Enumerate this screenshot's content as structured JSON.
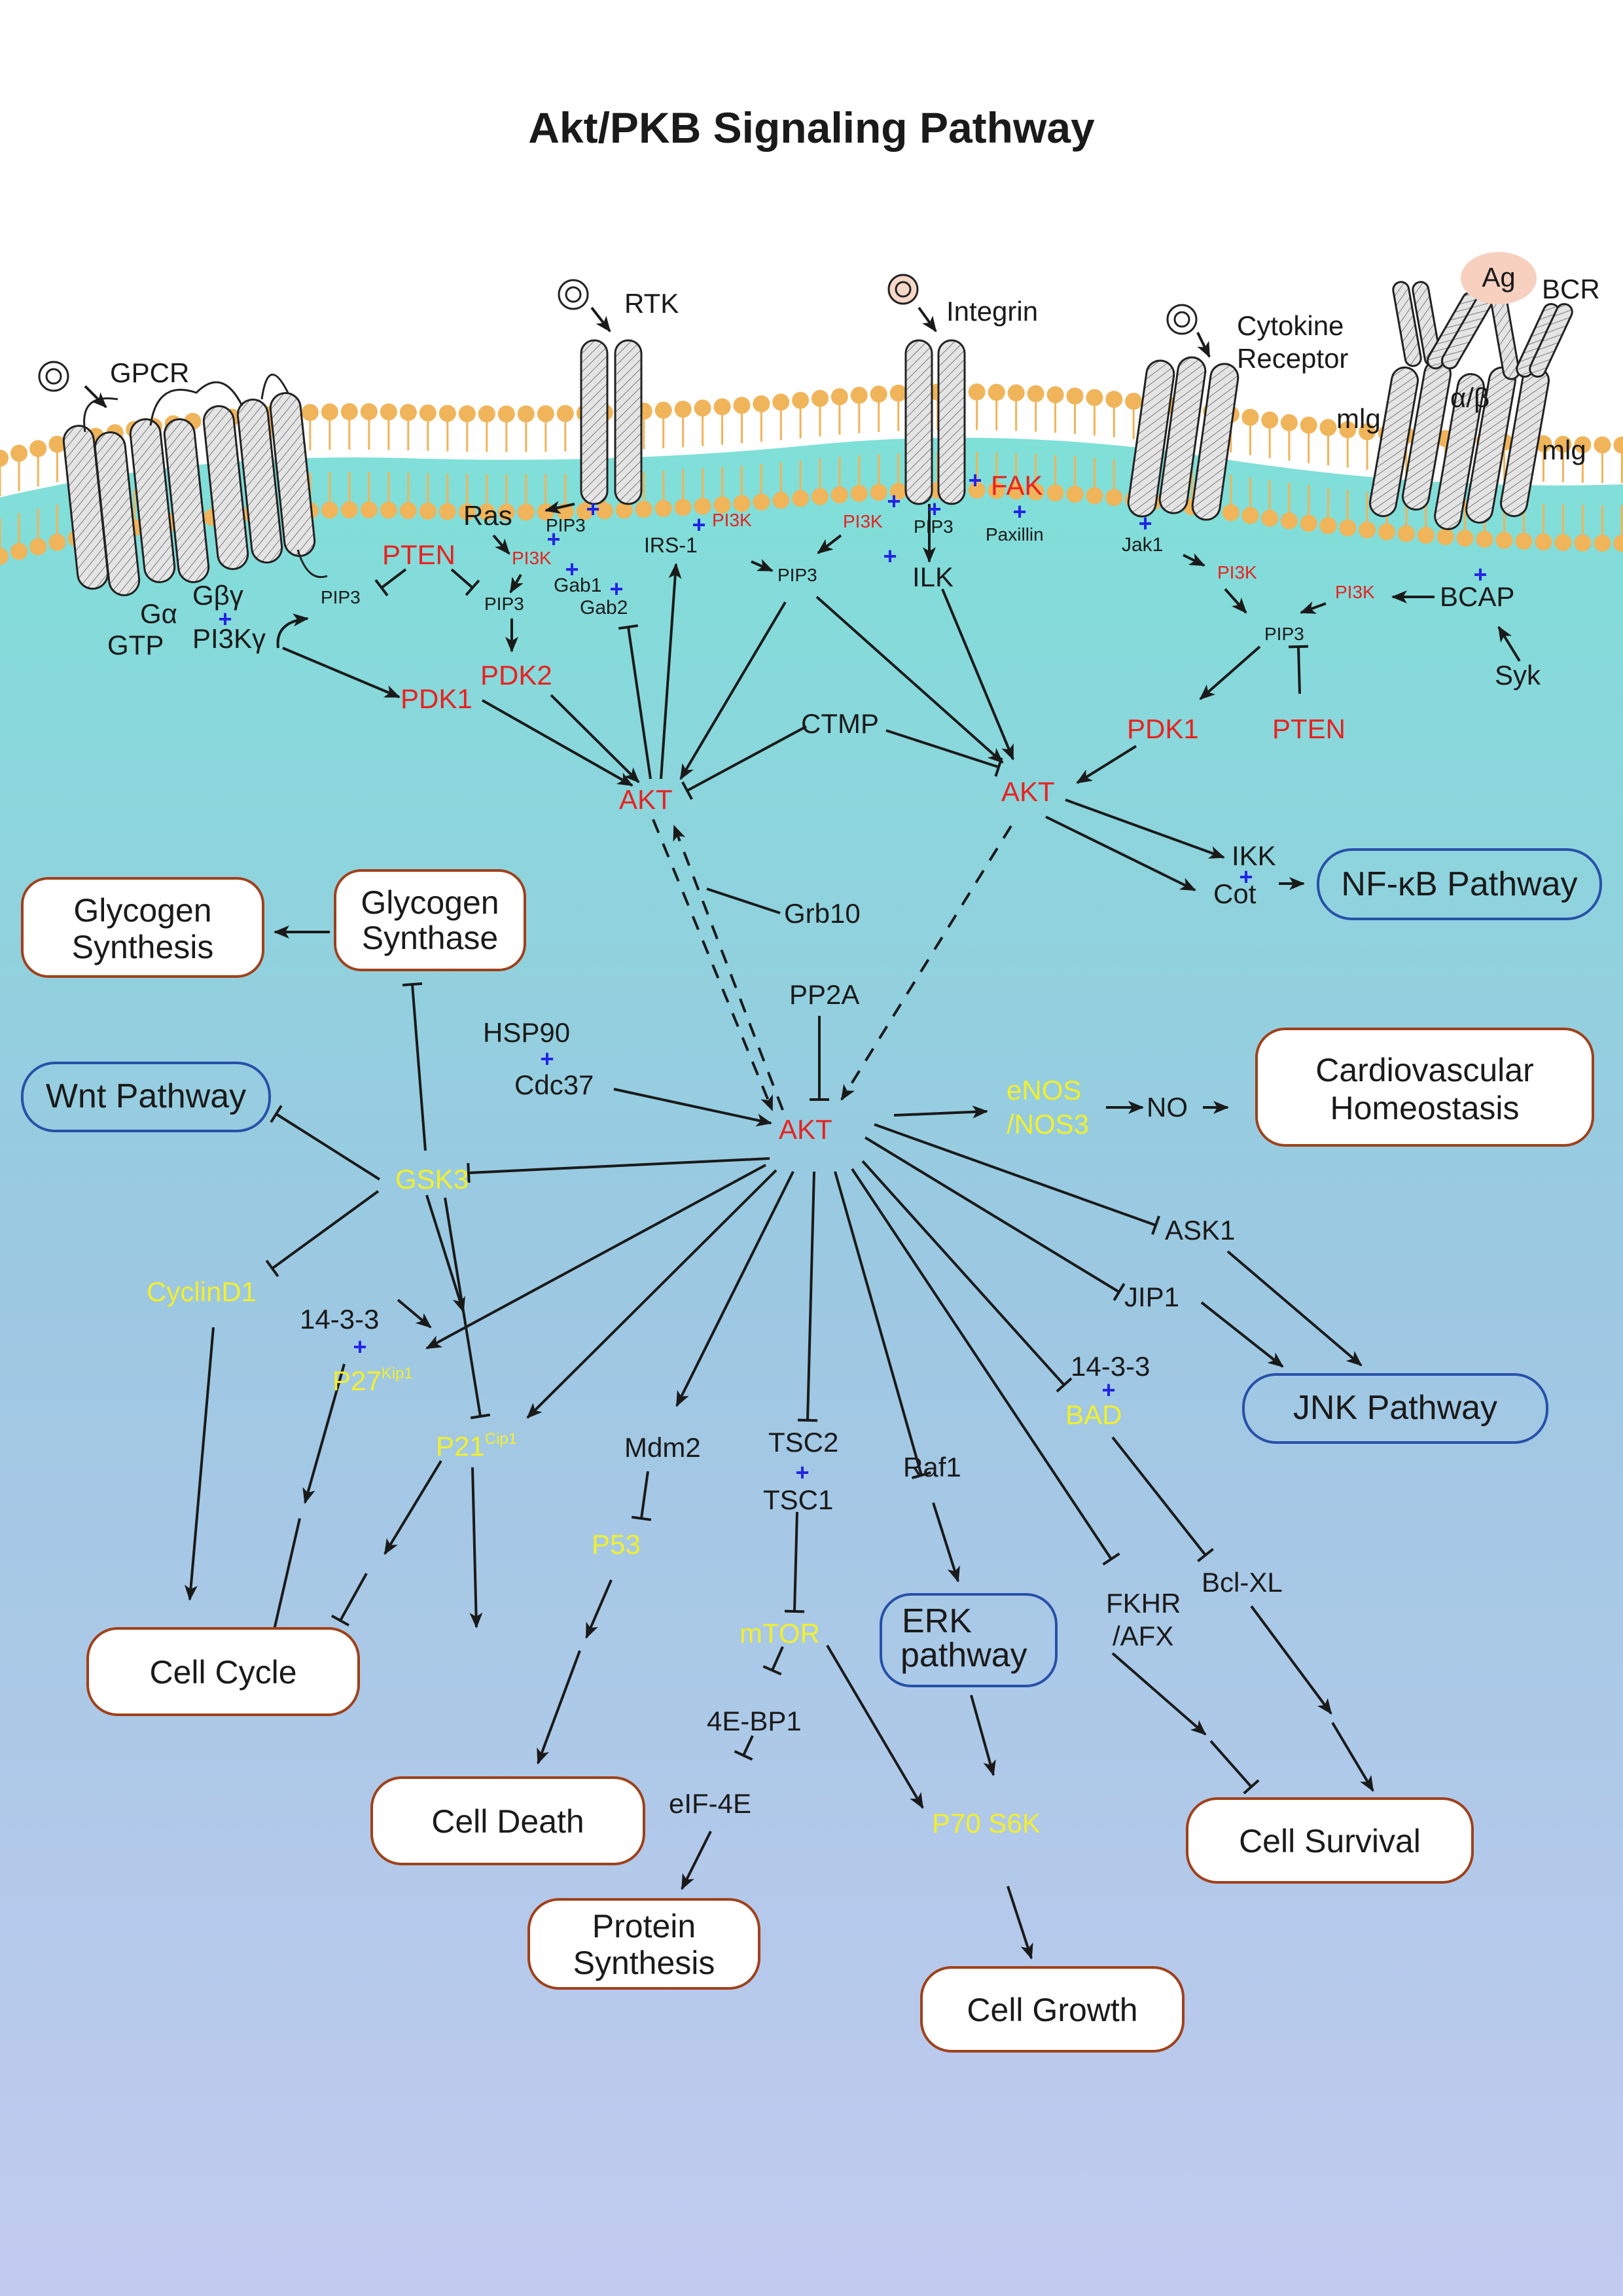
{
  "title": "Akt/PKB Signaling Pathway",
  "colors": {
    "black": "#1a1a1a",
    "red": "#e8221f",
    "yellow": "#f2ef2e",
    "blue_plus": "#2323e6",
    "outcome_border": "#a0401a",
    "pathway_border": "#2850a8",
    "lipid": "#f0b45a",
    "cytoplasm_top": "#7fe0d8",
    "cytoplasm_bottom": "#c2caf0",
    "receptor_fill": "#d8d8d8"
  },
  "receptors": {
    "gpcr": "GPCR",
    "rtk": "RTK",
    "integrin": "Integrin",
    "cytokine_1": "Cytokine",
    "cytokine_2": "Receptor",
    "bcr": "BCR",
    "ag": "Ag",
    "mlg_left": "mlg",
    "mlg_right": "mlg",
    "alpha_beta": "α/β"
  },
  "nodes": {
    "ras": "Ras",
    "pip3_rtk": "PIP3",
    "pi3k_rtk": "PI3K",
    "pten_top": "PTEN",
    "pip3_gpcr": "PIP3",
    "pip3_mid": "PIP3",
    "galpha": "Gα",
    "gtp": "GTP",
    "gbg": "Gβγ",
    "pi3kg": "PI3Kγ",
    "gab1": "Gab1",
    "gab2": "Gab2",
    "irs1": "IRS-1",
    "pi3k_irs": "PI3K",
    "pi3k_int": "PI3K",
    "pip3_int": "PIP3",
    "pip3_center": "PIP3",
    "fak": "FAK",
    "paxillin": "Paxillin",
    "ilk": "ILK",
    "jak1": "Jak1",
    "pi3k_cyt": "PI3K",
    "pi3k_bcr": "PI3K",
    "pip3_right": "PIP3",
    "bcap": "BCAP",
    "syk": "Syk",
    "pdk1_left": "PDK1",
    "pdk2": "PDK2",
    "pdk1_right": "PDK1",
    "pten_right": "PTEN",
    "ctmp": "CTMP",
    "akt_left": "AKT",
    "akt_right": "AKT",
    "akt_center": "AKT",
    "ikk": "IKK",
    "cot": "Cot",
    "grb10": "Grb10",
    "pp2a": "PP2A",
    "hsp90": "HSP90",
    "cdc37": "Cdc37",
    "enos_1": "eNOS",
    "enos_2": "/NOS3",
    "no": "NO",
    "gsk3": "GSK3",
    "ask1": "ASK1",
    "jip1": "JIP1",
    "cyclind1": "CyclinD1",
    "p1433_left": "14-3-3",
    "p27": "P27",
    "p27_sup": "Kip1",
    "p21": "P21",
    "p21_sup": "Cip1",
    "mdm2": "Mdm2",
    "p53": "P53",
    "tsc2": "TSC2",
    "tsc1": "TSC1",
    "raf1": "Raf1",
    "p1433_right": "14-3-3",
    "bad": "BAD",
    "mtor": "mTOR",
    "ebp1": "4E-BP1",
    "eif4e": "eIF-4E",
    "fkhr_1": "FKHR",
    "fkhr_2": "/AFX",
    "bclxl": "Bcl-XL",
    "p70": "P70 S6K"
  },
  "outcomes": {
    "glycogen_synthesis_1": "Glycogen",
    "glycogen_synthesis_2": "Synthesis",
    "glycogen_synthase_1": "Glycogen",
    "glycogen_synthase_2": "Synthase",
    "cardio_1": "Cardiovascular",
    "cardio_2": "Homeostasis",
    "cell_cycle": "Cell Cycle",
    "cell_death": "Cell Death",
    "protein_synthesis_1": "Protein",
    "protein_synthesis_2": "Synthesis",
    "cell_growth": "Cell Growth",
    "cell_survival": "Cell Survival"
  },
  "pathways": {
    "nfkb": "NF-κB Pathway",
    "wnt": "Wnt Pathway",
    "jnk": "JNK Pathway",
    "erk_1": "ERK",
    "erk_2": "pathway"
  }
}
